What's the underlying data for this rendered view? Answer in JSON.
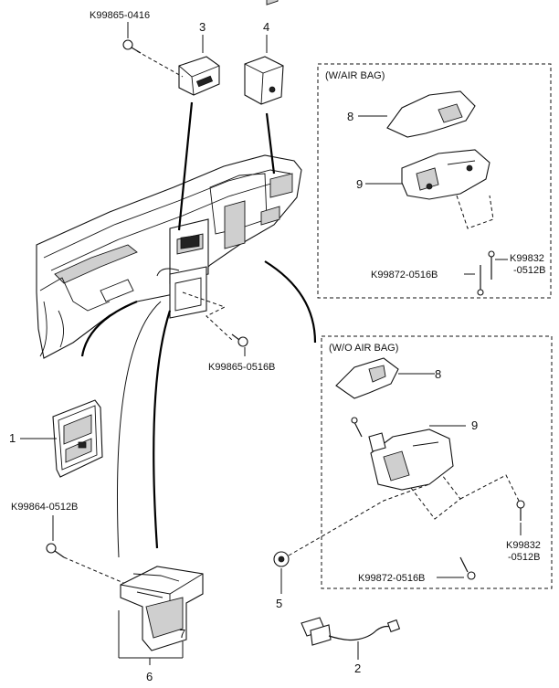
{
  "parts": [
    {
      "number": "1"
    },
    {
      "number": "2"
    },
    {
      "number": "3"
    },
    {
      "number": "4"
    },
    {
      "number": "5"
    },
    {
      "number": "6"
    },
    {
      "number": "7"
    },
    {
      "number": "8"
    },
    {
      "number": "9"
    }
  ],
  "fasteners": [
    {
      "code": "K99865-0416"
    },
    {
      "code": "K99865-0516B"
    },
    {
      "code": "K99864-0512B"
    }
  ],
  "box_w_airbag": {
    "title": "(W/AIR BAG)",
    "part_a": "8",
    "part_b": "9",
    "screw_code_line1": "K99832",
    "screw_code_line2": "-0512B",
    "bolt_code": "K99872-0516B"
  },
  "box_wo_airbag": {
    "title": "(W/O AIR BAG)",
    "part_a": "8",
    "part_b": "9",
    "screw_code_line1": "K99832",
    "screw_code_line2": "-0512B",
    "bolt_code": "K99872-0516B"
  }
}
